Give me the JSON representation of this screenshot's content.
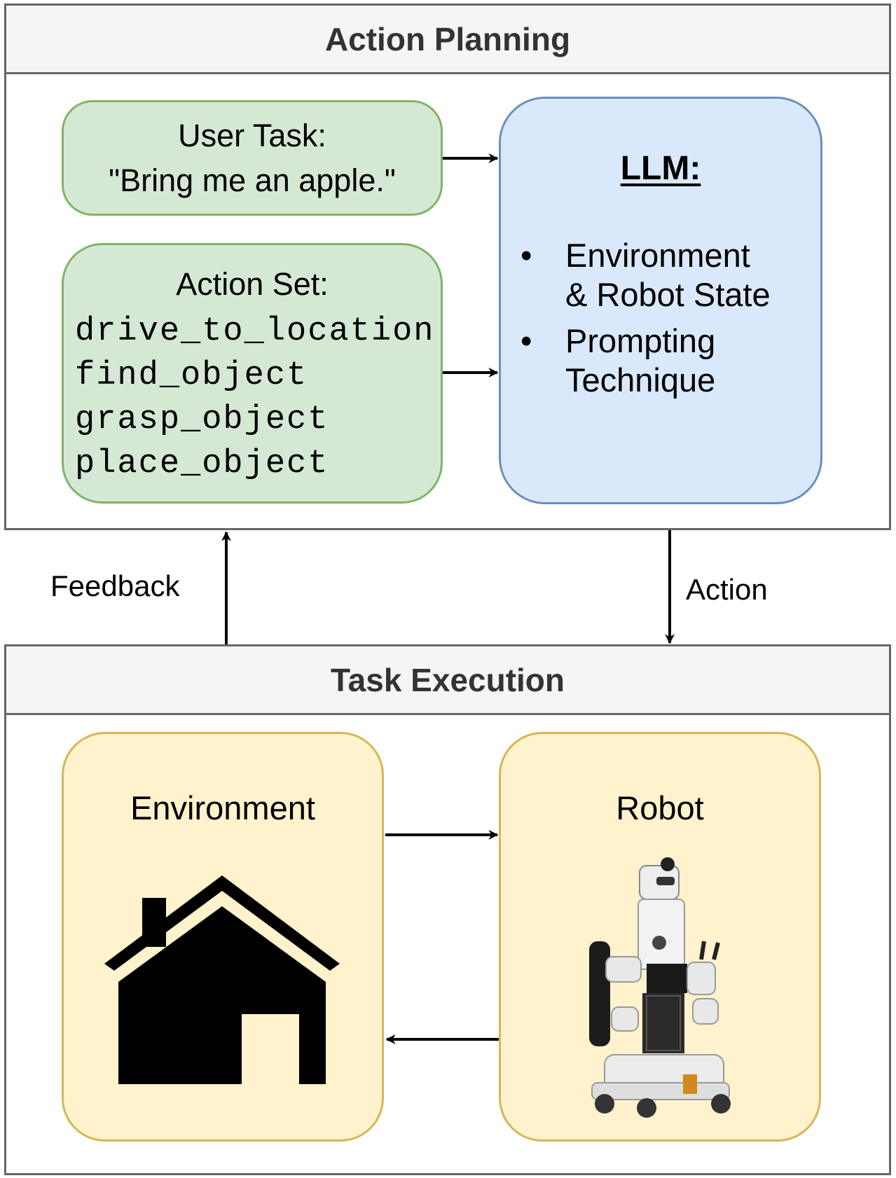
{
  "planning": {
    "title": "Action Planning",
    "user_task": {
      "line1": "User Task:",
      "line2": "\"Bring me an apple.\""
    },
    "action_set": {
      "title": "Action Set:",
      "actions": [
        "drive_to_location",
        "find_object",
        "grasp_object",
        "place_object"
      ]
    },
    "llm": {
      "title": "LLM:",
      "items": [
        {
          "bullet": "•",
          "lines": [
            "Environment",
            "& Robot State"
          ]
        },
        {
          "bullet": "•",
          "lines": [
            "Prompting",
            "Technique"
          ]
        }
      ]
    }
  },
  "edges": {
    "feedback": "Feedback",
    "action": "Action"
  },
  "execution": {
    "title": "Task Execution",
    "environment": {
      "title": "Environment",
      "icon": "house-icon"
    },
    "robot": {
      "title": "Robot",
      "icon": "robot-icon"
    }
  },
  "colors": {
    "panel_border": "#666666",
    "header_fill": "#f5f5f5",
    "green_fill": "#d5e8d4",
    "green_border": "#82b366",
    "blue_fill": "#dae8fc",
    "blue_border": "#6c8ebf",
    "yellow_fill": "#fff2cc",
    "yellow_border": "#d6b656"
  }
}
